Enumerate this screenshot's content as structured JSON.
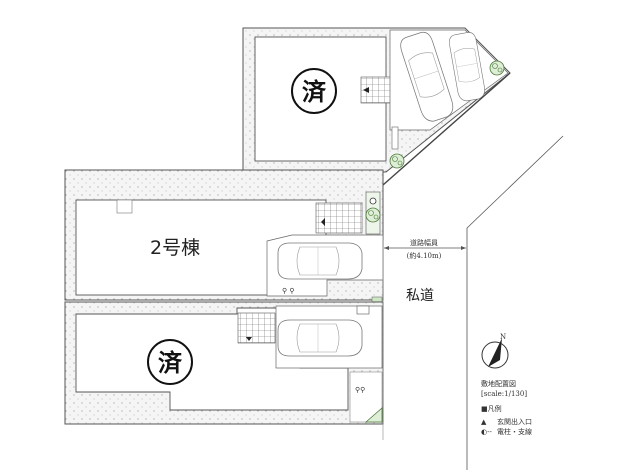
{
  "title": "敷地配置図",
  "scale": "[scale:1/130]",
  "lots": [
    {
      "id": "lot-1",
      "label": "",
      "sold_badge": "済",
      "status": "sold"
    },
    {
      "id": "lot-2",
      "label": "2号棟",
      "sold_badge": "",
      "status": "available"
    },
    {
      "id": "lot-3",
      "label": "",
      "sold_badge": "済",
      "status": "sold"
    }
  ],
  "road": {
    "name": "私道",
    "width_label": "道路幅員",
    "width_value": "(約4.10m)"
  },
  "legend": {
    "heading": "■凡例",
    "items": [
      {
        "symbol": "▲",
        "label": "玄関出入口"
      },
      {
        "symbol": "◐--",
        "label": "電柱・支線"
      }
    ]
  },
  "compass": {
    "label": "N"
  },
  "colors": {
    "line": "#555555",
    "dotted_fill": "#f2f2f2",
    "greenery": "#6aa84f",
    "green_pad": "#cfe6c4"
  }
}
